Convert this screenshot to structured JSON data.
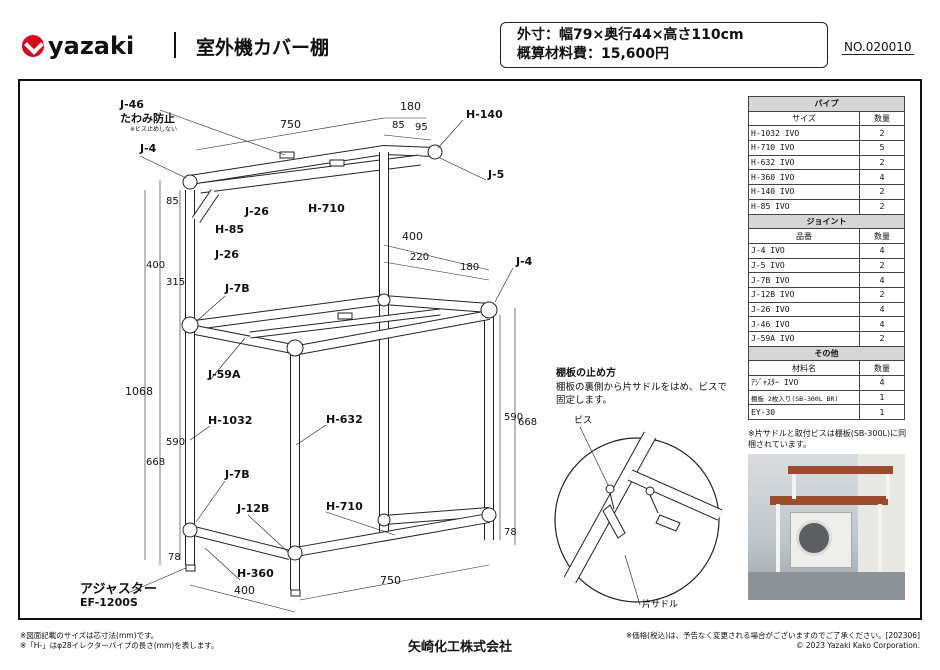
{
  "header": {
    "brand": "yazaki",
    "title": "室外機カバー棚",
    "spec_size": "外寸：幅79×奥行44×高さ110cm",
    "spec_cost": "概算材料費：15,600円",
    "doc_no": "NO.020010"
  },
  "diagram": {
    "parts": {
      "j46": "J-46",
      "j46_note": "たわみ防止",
      "j46_small": "※ビス止めしない",
      "j4_top": "J-4",
      "j4_right": "J-4",
      "j26a": "J-26",
      "j26b": "J-26",
      "h85": "H-85",
      "h710_top": "H-710",
      "h140": "H-140",
      "j5": "J-5",
      "j7b_top": "J-7B",
      "j59a": "J-59A",
      "h1032": "H-1032",
      "h632": "H-632",
      "j7b_bot": "J-7B",
      "j12b": "J-12B",
      "h710_bot": "H-710",
      "h360": "H-360",
      "adjuster": "アジャスター",
      "ef": "EF-1200S"
    },
    "dims": {
      "d750_top": "750",
      "d180_top": "180",
      "d85": "85",
      "d95": "95",
      "d400_mid": "400",
      "d220": "220",
      "d180_mid": "180",
      "d85_v": "85",
      "d400_v": "400",
      "d315": "315",
      "d1068": "1068",
      "d590_l": "590",
      "d668_l": "668",
      "d78_l": "78",
      "d590_r": "590",
      "d668_r": "668",
      "d78_r": "78",
      "d750_bot": "750",
      "d400_bot": "400"
    }
  },
  "how_to": {
    "title": "棚板の止め方",
    "text": "棚板の裏側から片サドルをはめ、ビスで固定します。",
    "screw": "ビス",
    "saddle": "片サドル"
  },
  "parts_table": {
    "pipe_title": "パイプ",
    "pipe_head": [
      "サイズ",
      "数量"
    ],
    "pipes": [
      [
        "H-1032 IVO",
        "2"
      ],
      [
        "H-710 IVO",
        "5"
      ],
      [
        "H-632 IVO",
        "2"
      ],
      [
        "H-360 IVO",
        "4"
      ],
      [
        "H-140 IVO",
        "2"
      ],
      [
        "H-85 IVO",
        "2"
      ]
    ],
    "joint_title": "ジョイント",
    "joint_head": [
      "品番",
      "数量"
    ],
    "joints": [
      [
        "J-4 IVO",
        "4"
      ],
      [
        "J-5 IVO",
        "2"
      ],
      [
        "J-7B IVO",
        "4"
      ],
      [
        "J-12B IVO",
        "2"
      ],
      [
        "J-26 IVO",
        "4"
      ],
      [
        "J-46 IVO",
        "4"
      ],
      [
        "J-59A IVO",
        "2"
      ]
    ],
    "other_title": "その他",
    "other_head": [
      "材料名",
      "数量"
    ],
    "others": [
      [
        "ｱｼﾞｬｽﾀｰ IVO",
        "4"
      ],
      [
        "棚板 2枚入り(SB-300L BR)",
        "1"
      ],
      [
        "EY-30",
        "1"
      ]
    ]
  },
  "note_right": "※片サドルと取付ビスは棚板(SB-300L)に同梱されています。",
  "footer": {
    "left1": "※図面記載のサイズは芯寸法(mm)です。",
    "left2": "※「H-」はφ28イレクターパイプの長さ(mm)を表します。",
    "center": "矢崎化工株式会社",
    "right1": "※価格(税込)は、予告なく変更される場合がございますのでご了承ください。[202306]",
    "right2": "© 2023 Yazaki Kako Corporation."
  },
  "colors": {
    "brand_red": "#d9001b",
    "pipe": "#ffffff",
    "shelf": "#9b4b2e"
  }
}
